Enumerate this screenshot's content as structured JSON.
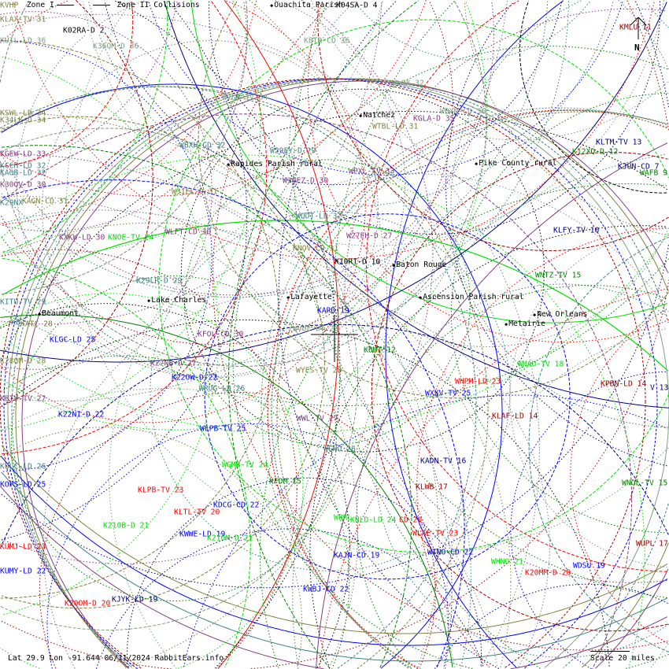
{
  "legend": {
    "zone1": "Zone I",
    "zone2": "Zone II",
    "collisions": "Collisions"
  },
  "palette": {
    "olive": "#80803f",
    "sage": "#7f9f7f",
    "teal": "#3f8080",
    "purple": "#803f80",
    "blue": "#0000ff",
    "navy": "#000080",
    "green": "#00e000",
    "darkgreen": "#008000",
    "red": "#ff0000",
    "darkred": "#a00000",
    "black": "#000000",
    "gray": "#808080"
  },
  "stations": [
    {
      "text": "KVHP",
      "color": "olive"
    },
    {
      "text": "KLAX-TV 31",
      "color": "olive"
    },
    {
      "text": "K02RA-D 2",
      "color": "black"
    },
    {
      "text": "KUIL-LD 36",
      "color": "sage"
    },
    {
      "text": "K36QM-D 36",
      "color": "sage"
    },
    {
      "text": "KBTR-CD 36",
      "color": "sage"
    },
    {
      "text": "K04SA-D 4",
      "color": "black"
    },
    {
      "text": "WVLA-TV 34",
      "color": "sage"
    },
    {
      "text": "KSWL-LD 34",
      "color": "olive"
    },
    {
      "text": "K34LK-D 34",
      "color": "olive"
    },
    {
      "text": "KGEW-LD 33",
      "color": "purple"
    },
    {
      "text": "KCCH-LD 32",
      "color": "teal"
    },
    {
      "text": "KAOB-LD 32",
      "color": "teal"
    },
    {
      "text": "K30QV-D 30",
      "color": "purple"
    },
    {
      "text": "K29NX",
      "color": "teal"
    },
    {
      "text": "KAGN-CD 31",
      "color": "olive"
    },
    {
      "text": "WBXH-CD 32",
      "color": "teal"
    },
    {
      "text": "W29EY-D 29",
      "color": "teal"
    },
    {
      "text": "W30EZ-D 30",
      "color": "purple"
    },
    {
      "text": "W31EL-D 31",
      "color": "olive"
    },
    {
      "text": "WQDT-LD 32",
      "color": "teal"
    },
    {
      "text": "WLOX 32",
      "color": "sage"
    },
    {
      "text": "WTBL-LD 31",
      "color": "olive"
    },
    {
      "text": "KGLA-D 35",
      "color": "purple"
    },
    {
      "text": "WBXN-CD 36",
      "color": "sage"
    },
    {
      "text": "WPXL-TV 33",
      "color": "purple"
    },
    {
      "text": "KMLU 11",
      "color": "darkred"
    },
    {
      "text": "KLTM-TV 13",
      "color": "navy"
    },
    {
      "text": "K12XQ-D 12",
      "color": "darkgreen"
    },
    {
      "text": "KJUN-CD 7",
      "color": "navy"
    },
    {
      "text": "WAFB 9",
      "color": "darkgreen"
    },
    {
      "text": "KXKW-LD 30",
      "color": "purple"
    },
    {
      "text": "KNOE-TV 24",
      "color": "green"
    },
    {
      "text": "WLFT-CD 30",
      "color": "purple"
    },
    {
      "text": "K29LR-D 29",
      "color": "teal"
    },
    {
      "text": "KITU-TV 29",
      "color": "teal"
    },
    {
      "text": "KB",
      "color": "teal"
    },
    {
      "text": "KATC 28",
      "color": "olive"
    },
    {
      "text": "KLGC-LD 25",
      "color": "blue"
    },
    {
      "text": "KFOL-CD 30",
      "color": "purple"
    },
    {
      "text": "K28QM-D 28",
      "color": "olive"
    },
    {
      "text": "K27NB-D 27",
      "color": "purple"
    },
    {
      "text": "K22OW-D 22",
      "color": "blue"
    },
    {
      "text": "WRUG-LD 26",
      "color": "teal"
    },
    {
      "text": "KBTV-TV 27",
      "color": "purple"
    },
    {
      "text": "K22NI-D 22",
      "color": "blue"
    },
    {
      "text": "WLPB-TV 25",
      "color": "blue"
    },
    {
      "text": "KNOV-CD 31",
      "color": "olive"
    },
    {
      "text": "W27EH-D 27",
      "color": "purple"
    },
    {
      "text": "K10RT-D 10",
      "color": "black"
    },
    {
      "text": "KARD 19",
      "color": "blue"
    },
    {
      "text": "WVUE-DT 29",
      "color": "sage"
    },
    {
      "text": "KBMT 12",
      "color": "darkgreen"
    },
    {
      "text": "WYES-TV 28",
      "color": "olive"
    },
    {
      "text": "WWL-TV 27",
      "color": "purple"
    },
    {
      "text": "WGNO 26",
      "color": "teal"
    },
    {
      "text": "KLFY-TV 10",
      "color": "navy"
    },
    {
      "text": "WNTZ-TV 15",
      "color": "darkgreen"
    },
    {
      "text": "WMAU-TV 18",
      "color": "green"
    },
    {
      "text": "WHPM-LD 23",
      "color": "red"
    },
    {
      "text": "KPBN-LD 14",
      "color": "darkred"
    },
    {
      "text": "V 13",
      "color": "navy"
    },
    {
      "text": "WXXV-TV 25",
      "color": "blue"
    },
    {
      "text": "KLAF-LD 14",
      "color": "darkred"
    },
    {
      "text": "KADN-TV 16",
      "color": "navy"
    },
    {
      "text": "KLWB 17",
      "color": "darkred"
    },
    {
      "text": "WNOL-TV 15",
      "color": "darkgreen"
    },
    {
      "text": "KULC-LD 26",
      "color": "teal"
    },
    {
      "text": "KOPS-LD 25",
      "color": "blue"
    },
    {
      "text": "WGMB-TV 24",
      "color": "green"
    },
    {
      "text": "KFDM 15",
      "color": "darkgreen"
    },
    {
      "text": "KLPB-TV 23",
      "color": "red"
    },
    {
      "text": "KDCG-CD 22",
      "color": "blue"
    },
    {
      "text": "KLTL-TV 20",
      "color": "red"
    },
    {
      "text": "K210B-D 21",
      "color": "green"
    },
    {
      "text": "KWWE-LD 19",
      "color": "blue"
    },
    {
      "text": "K210M-D 21",
      "color": "green"
    },
    {
      "text": "WBRL",
      "color": "green"
    },
    {
      "text": "KNLD-LD 24",
      "color": "green"
    },
    {
      "text": "CD 20",
      "color": "red"
    },
    {
      "text": "WLAE-TV 23",
      "color": "red"
    },
    {
      "text": "KUMJ-LD 23",
      "color": "red"
    },
    {
      "text": "KUMY-LD 22",
      "color": "blue"
    },
    {
      "text": "KAJN-CD 19",
      "color": "blue"
    },
    {
      "text": "WTNO-CD 22",
      "color": "blue"
    },
    {
      "text": "WHNO 21",
      "color": "green"
    },
    {
      "text": "K20MM-D 20",
      "color": "red"
    },
    {
      "text": "WDSU 19",
      "color": "blue"
    },
    {
      "text": "WUPL 17",
      "color": "darkred"
    },
    {
      "text": "KWBJ-CD 22",
      "color": "blue"
    },
    {
      "text": "K20OM-D 20",
      "color": "red"
    },
    {
      "text": "KJYK-LD 19",
      "color": "navy"
    }
  ],
  "cities": [
    "Ouachita Parish",
    "Natchez",
    "Rapides Parish rural",
    "Pike County rural",
    "Lake Charles",
    "Beaumont",
    "Lafayette",
    "Baton Rouge",
    "Ascension Parish rural",
    "New Orleans",
    "Metairie"
  ],
  "north_label": "N",
  "footer": {
    "text": "Lat 29.9 Lon -91.644 06/11/2024 RabbitEars.info"
  },
  "scale": {
    "label": "Scale 20 miles"
  }
}
